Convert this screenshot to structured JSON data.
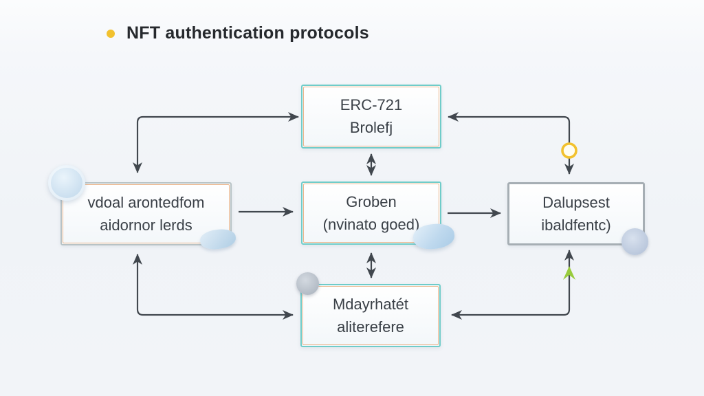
{
  "title": {
    "text": "NFT authentication protocols",
    "bullet_color": "#f2c12e"
  },
  "nodes": [
    {
      "id": "erc-721-box",
      "line1": "ERC-721",
      "line2": "Brolefj"
    },
    {
      "id": "left-box",
      "line1": "vdoal arontedfom",
      "line2": "aidornor lerds"
    },
    {
      "id": "center-box",
      "line1": "Groben",
      "line2": "(nvinato goed)"
    },
    {
      "id": "right-box",
      "line1": "Dalupsest",
      "line2": "ibaldfentc)"
    },
    {
      "id": "bottom-box",
      "line1": "Mdayrhatét",
      "line2": "aliterefere"
    }
  ],
  "icons": [
    {
      "name": "coin-icon",
      "description": "light blue coin at top-left of left box"
    },
    {
      "name": "gem-icon-left",
      "description": "light blue gem at bottom-right of left box"
    },
    {
      "name": "gem-icon-center",
      "description": "light blue gem at bottom-right of center box"
    },
    {
      "name": "gray-circle-icon",
      "description": "gray sphere at top-left of bottom box"
    },
    {
      "name": "circle-badge-icon",
      "description": "blue-gray badge at bottom-right of right box"
    },
    {
      "name": "yellow-ring-icon",
      "description": "yellow ring marker on right connector"
    },
    {
      "name": "green-arrowhead-icon",
      "description": "green up arrowhead on bottom-right connector"
    }
  ],
  "colors": {
    "background": "#f1f4f8",
    "title_text": "#26292d",
    "bullet_yellow": "#f2c12e",
    "box_border_teal": "#6fccc9",
    "box_border_inner_orange": "#eab58c",
    "box_border_gray": "#a6aeb4",
    "box_text": "#3a4047",
    "arrow": "#41474e",
    "green_arrow": "#98cb3c",
    "yellow_ring": "#f2c12e"
  }
}
